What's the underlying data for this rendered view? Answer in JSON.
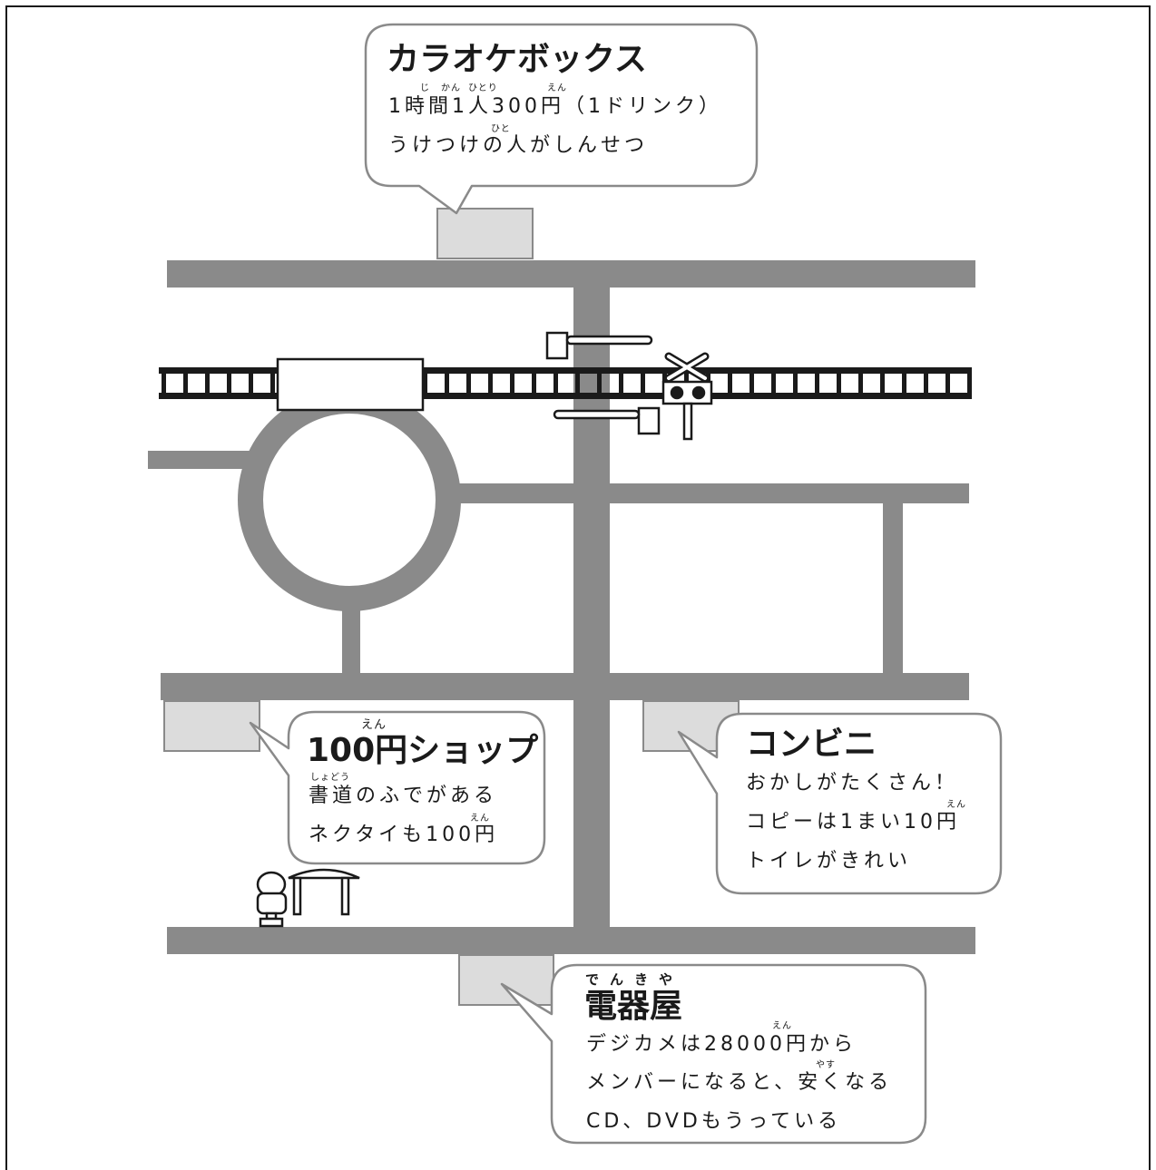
{
  "karaoke": {
    "title": "カラオケボックス",
    "lines": [
      "1時間1人300円（1ドリンク）",
      "うけつけの人がしんせつ"
    ],
    "ruby": [
      "じ",
      "かん",
      "ひとり",
      "えん",
      "ひと"
    ]
  },
  "shop100": {
    "title": "100円ショップ",
    "lines": [
      "書道のふでがある",
      "ネクタイも100円"
    ],
    "ruby": [
      "えん",
      "しょどう",
      "えん"
    ]
  },
  "convenience": {
    "title": "コンビニ",
    "lines": [
      "おかしがたくさん！",
      "コピーは1まい10円",
      "トイレがきれい"
    ],
    "ruby": [
      "えん"
    ]
  },
  "electronics": {
    "title": "電器屋",
    "lines": [
      "デジカメは28000円から",
      "メンバーになると、安くなる",
      "CD、DVDもうっている"
    ],
    "ruby": [
      "でんきや",
      "えん",
      "やす"
    ]
  },
  "colors": {
    "road": "#8a8a8a",
    "building": "#dcdcdc",
    "bubble_border": "#8a8a8a",
    "ink": "#1a1a1a"
  }
}
